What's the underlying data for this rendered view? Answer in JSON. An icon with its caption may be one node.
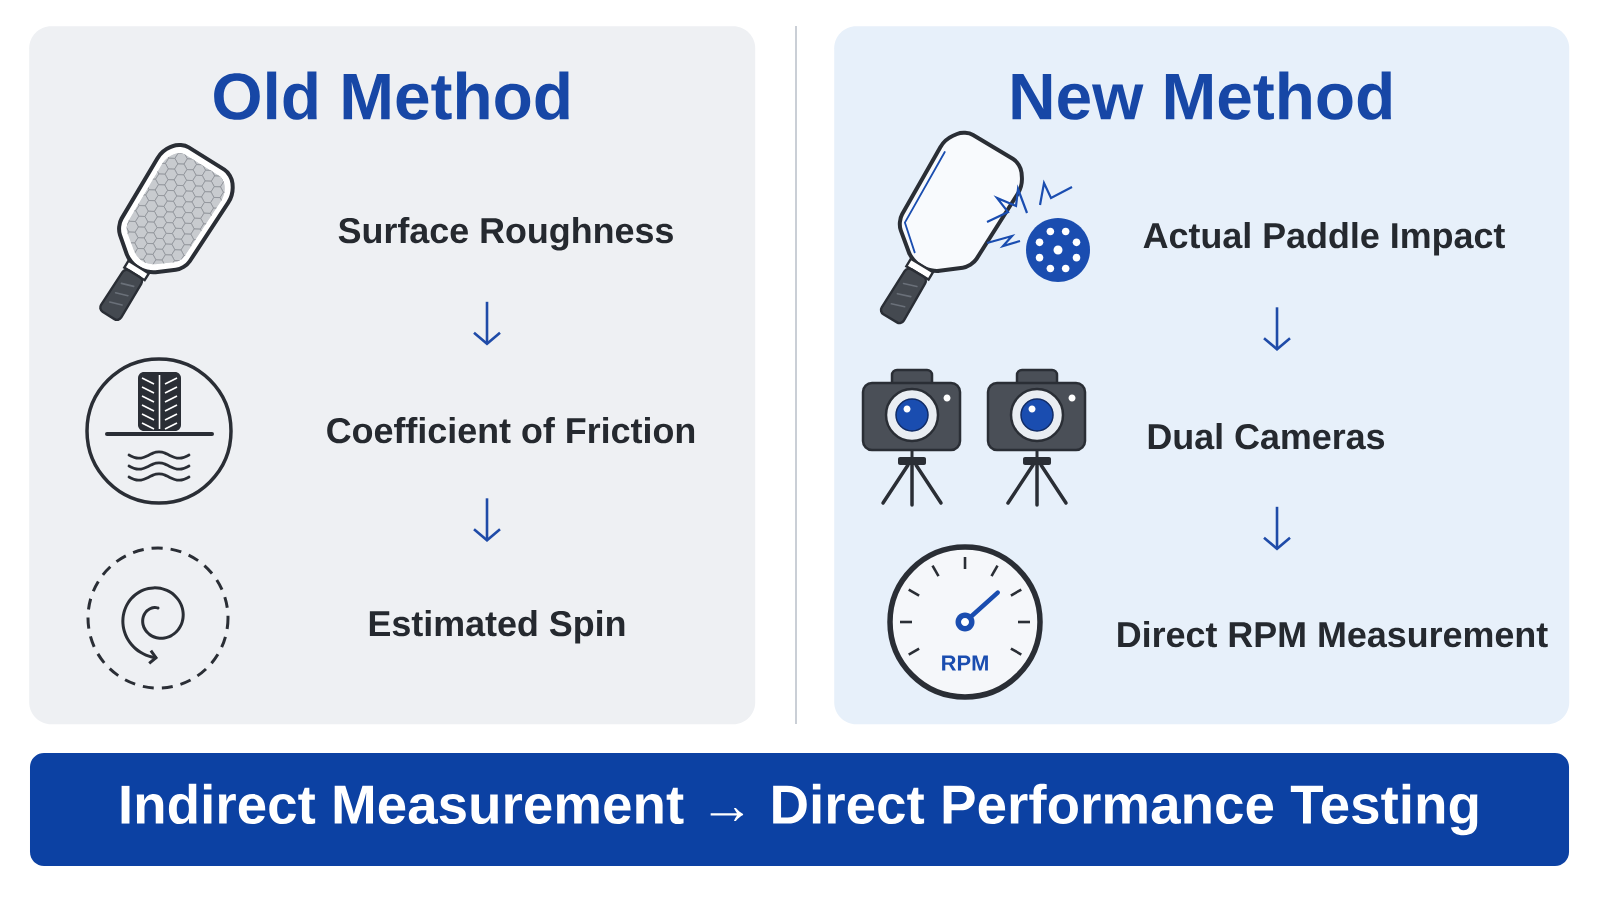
{
  "diagram": {
    "nodes": [
      {
        "text": [
          "Old Method"
        ]
      },
      {
        "text": [
          "Surface Roughness"
        ],
        "in": 0
      },
      {
        "text": [
          "Coefficient of Friction"
        ],
        "in": 0
      },
      {
        "text": [
          "Estimated Spin"
        ],
        "in": 0
      },
      {
        "text": [
          "New Method"
        ]
      },
      {
        "text": [
          "Actual Paddle Impact"
        ],
        "in": 4
      },
      {
        "text": [
          "Dual Cameras"
        ],
        "in": 4
      },
      {
        "text": [
          "Direct RPM Measurement"
        ],
        "in": 4
      },
      {
        "text": [
          "Indirect Measurement → Direct Performance Testing"
        ]
      }
    ],
    "edges": [
      {
        "from": 1,
        "to": 2,
        "arrow": "to"
      },
      {
        "from": 2,
        "to": 3,
        "arrow": "to"
      },
      {
        "from": 5,
        "to": 6,
        "arrow": "to"
      },
      {
        "from": 6,
        "to": 7,
        "arrow": "to"
      }
    ],
    "labels": [
      "RPM"
    ]
  }
}
